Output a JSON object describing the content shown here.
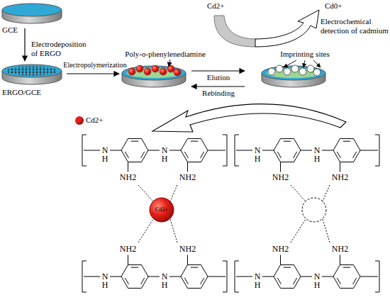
{
  "diagram": {
    "labels": [
      "Cd2+",
      "Cd0+",
      "Electrochemical detection of cadmium",
      "GCE",
      "Electrodeposition of ERGO",
      "ERGO/GCE",
      "Electropolymerization",
      "Poly-o-phenylenediamine",
      "Elution",
      "Rebinding",
      "Imprinting sites",
      "N H",
      "N H",
      "NH2",
      "NH2",
      "Cd2+",
      "NH2",
      "NH2",
      "N H",
      "N H",
      "N H",
      "N H",
      "NH2",
      "NH2",
      "NH2",
      "NH2",
      "N H",
      "N H"
    ],
    "legend": [
      {
        "text": "Cd2+",
        "color": "#e8201a"
      }
    ]
  }
}
